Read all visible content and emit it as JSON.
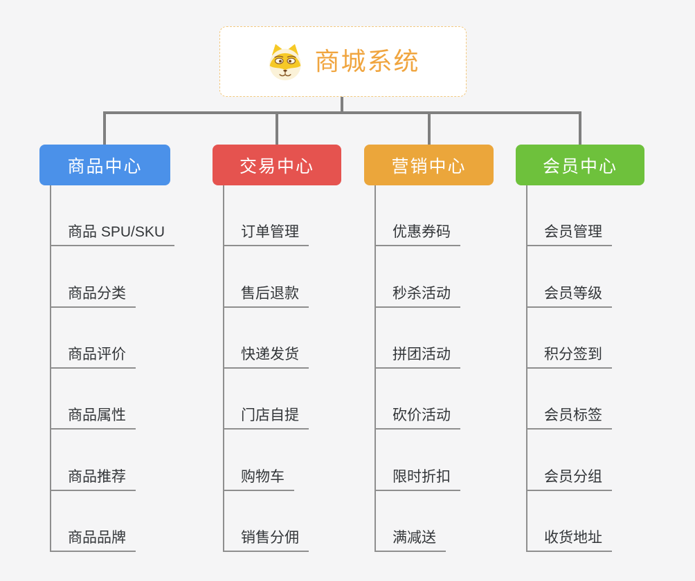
{
  "root": {
    "title": "商城系统",
    "icon": "dog-icon"
  },
  "branches": [
    {
      "label": "商品中心",
      "color": "#4b91e9",
      "items": [
        "商品 SPU/SKU",
        "商品分类",
        "商品评价",
        "商品属性",
        "商品推荐",
        "商品品牌"
      ]
    },
    {
      "label": "交易中心",
      "color": "#e5534f",
      "items": [
        "订单管理",
        "售后退款",
        "快递发货",
        "门店自提",
        "购物车",
        "销售分佣"
      ]
    },
    {
      "label": "营销中心",
      "color": "#eba63b",
      "items": [
        "优惠券码",
        "秒杀活动",
        "拼团活动",
        "砍价活动",
        "限时折扣",
        "满减送"
      ]
    },
    {
      "label": "会员中心",
      "color": "#6ec13c",
      "items": [
        "会员管理",
        "会员等级",
        "积分签到",
        "会员标签",
        "会员分组",
        "收货地址"
      ]
    }
  ],
  "colors": {
    "background": "#f5f5f6",
    "connector": "#7f7f7f",
    "item_line": "#8e8e8e",
    "item_text": "#333639",
    "root_title": "#f0a53f",
    "root_border": "#f2c87e"
  }
}
